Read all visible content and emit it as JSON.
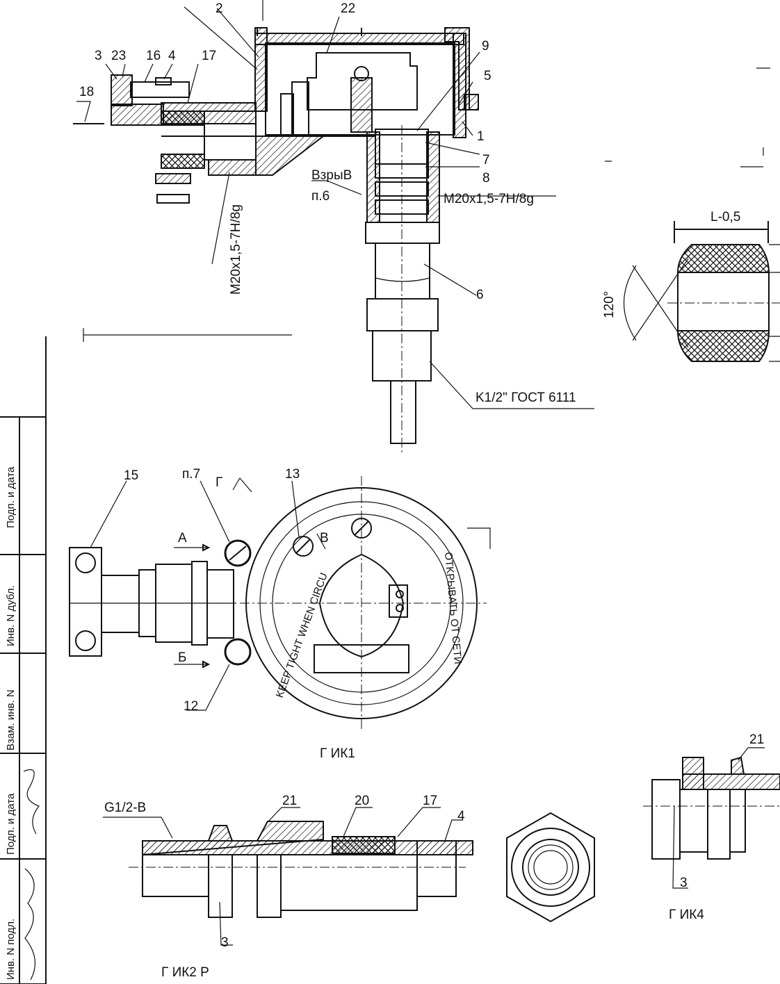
{
  "callouts": {
    "c1": "1",
    "c2": "2",
    "c3": "3",
    "c4": "4",
    "c5": "5",
    "c6": "6",
    "c7": "7",
    "c8": "8",
    "c9": "9",
    "c12": "12",
    "c13": "13",
    "c15": "15",
    "c16": "16",
    "c17": "17",
    "c18": "18",
    "c20": "20",
    "c21": "21",
    "c22": "22",
    "c23": "23",
    "c3b": "3",
    "c4b": "4",
    "c17b": "17",
    "c21b": "21",
    "c3c": "3",
    "c21c": "21"
  },
  "annotations": {
    "thread_right": "M20x1,5-7H/8g",
    "thread_left": "M20x1,5-7H/8g",
    "explosion_label": "ВзрыВ",
    "explosion_ref": "п.6",
    "pipe_thread": "K1/2\" ГОСТ 6111",
    "pipe_g": "G1/2-B",
    "note_p7": "п.7",
    "arrow_a": "А",
    "arrow_b": "Б",
    "arrow_v": "В",
    "section_g": "Г",
    "angle": "120°",
    "length_dim": "L-0,5",
    "cover_text_1": "KEEP TIGHT WHEN CIRCU",
    "cover_text_2": "OTKPЫBATЬ OT CETИ"
  },
  "view_labels": {
    "view_mid": "Г   ИК1",
    "view_right": "Г   ИК4",
    "view_bottom": "Г   ИК2   Р"
  },
  "title_block": {
    "row1": "Подп. и дата",
    "row2": "Инв. N дубл.",
    "row3": "Взам. инв. N",
    "row4": "Подп. и дата",
    "row5": "Инв. N подл."
  }
}
